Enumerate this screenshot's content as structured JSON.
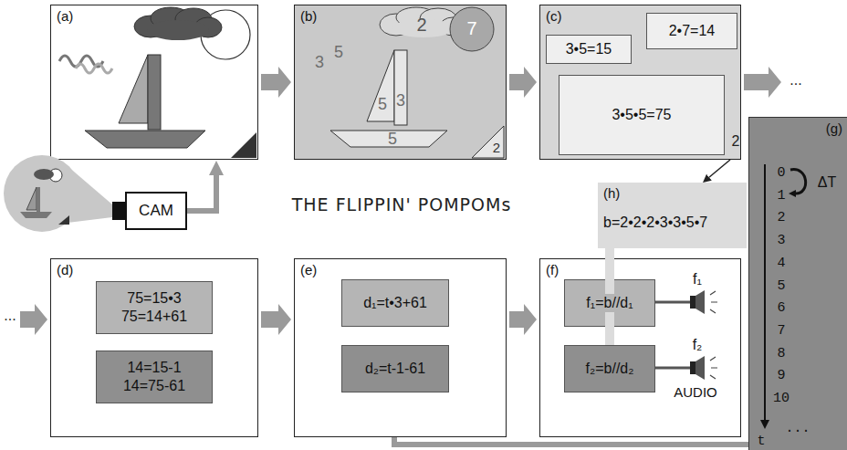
{
  "diagram": {
    "title": "THE FLIPPIN' POMPOMs",
    "nodes": [
      {
        "text": [
          "(a)"
        ]
      },
      {
        "text": [
          "(b)"
        ]
      },
      {
        "text": [
          "(c)"
        ]
      },
      {
        "text": [
          "3•5=15"
        ],
        "in": 2
      },
      {
        "text": [
          "2•7=14"
        ],
        "in": 2
      },
      {
        "text": [
          "3•5•5=75"
        ],
        "in": 2
      },
      {
        "text": [
          "(g)"
        ]
      },
      {
        "text": [
          "CAM"
        ]
      },
      {
        "text": [
          "(h)",
          "b=2•2•2•3•3•5•7"
        ]
      },
      {
        "text": [
          "(d)"
        ]
      },
      {
        "text": [
          "75=15•3",
          "75=14+61"
        ],
        "in": 9
      },
      {
        "text": [
          "14=15-1",
          "14=75-61"
        ],
        "in": 9
      },
      {
        "text": [
          "(e)"
        ]
      },
      {
        "text": [
          "d₁=t•3+61"
        ],
        "in": 12
      },
      {
        "text": [
          "d₂=t-1-61"
        ],
        "in": 12
      },
      {
        "text": [
          "(f)"
        ]
      },
      {
        "text": [
          "f₁=b//d₁"
        ],
        "in": 15
      },
      {
        "text": [
          "f₂=b//d₂"
        ],
        "in": 15
      }
    ],
    "edges": [
      {
        "from": 7,
        "to": 0,
        "arrow": "to"
      },
      {
        "from": 0,
        "to": 1,
        "arrow": "to"
      },
      {
        "from": 1,
        "to": 2,
        "arrow": "to"
      },
      {
        "from": 2,
        "to": 9,
        "arrow": "to"
      },
      {
        "from": 9,
        "to": 12,
        "arrow": "to"
      },
      {
        "from": 12,
        "to": 15,
        "arrow": "to"
      },
      {
        "from": 2,
        "to": 8,
        "arrow": "to"
      },
      {
        "from": 6,
        "to": 12,
        "arrow": "none"
      },
      {
        "from": 8,
        "to": 16,
        "arrow": "none"
      },
      {
        "from": 8,
        "to": 17,
        "arrow": "none"
      }
    ],
    "labels": [
      "2",
      "7",
      "3",
      "5",
      "5",
      "3",
      "5",
      "2",
      "2",
      "...",
      "...",
      "f₁",
      "f₂",
      "AUDIO",
      "ΔT",
      "0",
      "1",
      "2",
      "3",
      "4",
      "5",
      "6",
      "7",
      "8",
      "9",
      "10",
      "t",
      "..."
    ]
  }
}
